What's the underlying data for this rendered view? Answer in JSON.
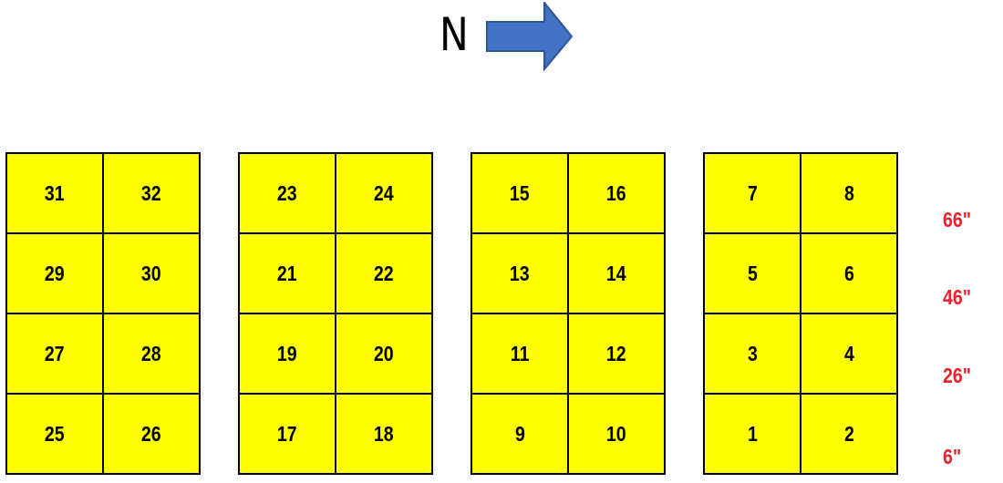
{
  "compass": {
    "label": "N",
    "arrow_color": "#4472c4",
    "arrow_border": "#2f5597"
  },
  "colors": {
    "cell_fill": "#ffff00",
    "depth_label": "#e8212b"
  },
  "blocks": [
    {
      "cells": [
        "31",
        "32",
        "29",
        "30",
        "27",
        "28",
        "25",
        "26"
      ]
    },
    {
      "cells": [
        "23",
        "24",
        "21",
        "22",
        "19",
        "20",
        "17",
        "18"
      ]
    },
    {
      "cells": [
        "15",
        "16",
        "13",
        "14",
        "11",
        "12",
        "9",
        "10"
      ]
    },
    {
      "cells": [
        "7",
        "8",
        "5",
        "6",
        "3",
        "4",
        "1",
        "2"
      ]
    }
  ],
  "depths": [
    "66\"",
    "46\"",
    "26\"",
    "6\""
  ]
}
